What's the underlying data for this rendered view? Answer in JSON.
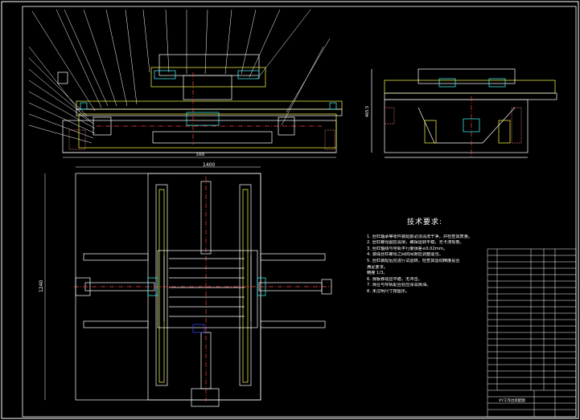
{
  "drawing": {
    "dimensions": {
      "plan_width": "1400",
      "plan_height": "1240",
      "side_height": "465.5",
      "front_width": "2400"
    }
  },
  "technical_notes": {
    "title": "技术要求:",
    "items": [
      "1. 丝杠轴承等零件装配前必须清洗干净，并检查其质量。",
      "2. 丝杠螺母副应润滑，确保运转平稳，无卡滞现象。",
      "3. 丝杠轴线与导轨平行度误差≤0.02mm。",
      "4. 滚珠丝杠螺母之间的间隙应调整适当。",
      "5. 丝杠装配后应进行试运转，检查其运动精度是否",
      "   满足要求。",
      "   精度 1/3。",
      "6. 滑板移动应平稳，无冲击。",
      "7. 滑台与导轨配合处应涂润滑油。",
      "8. 未注明尺寸按图示。"
    ]
  },
  "title_block": {
    "drawing_name": "XY工作台装配图"
  }
}
